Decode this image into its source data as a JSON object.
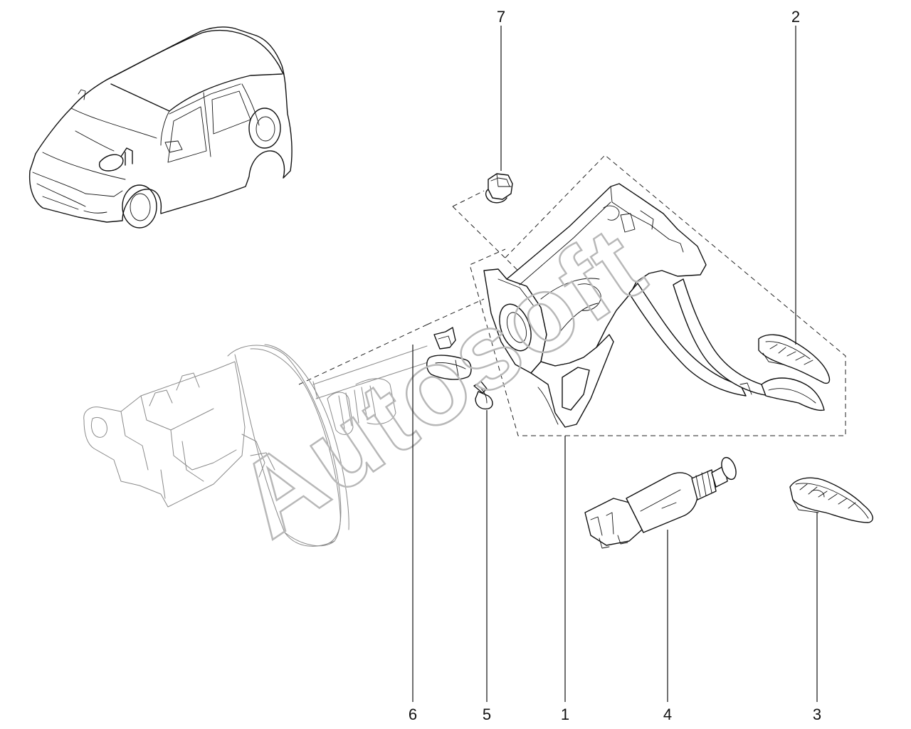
{
  "watermark": "Autosoft",
  "corner_mark": "",
  "callouts": [
    {
      "id": "7",
      "label": "7"
    },
    {
      "id": "2",
      "label": "2"
    },
    {
      "id": "6",
      "label": "6"
    },
    {
      "id": "5",
      "label": "5"
    },
    {
      "id": "1",
      "label": "1"
    },
    {
      "id": "4",
      "label": "4"
    },
    {
      "id": "3",
      "label": "3"
    }
  ],
  "colors": {
    "line": "#111111",
    "watermark": "#b8b8b8",
    "background": "#ffffff"
  }
}
